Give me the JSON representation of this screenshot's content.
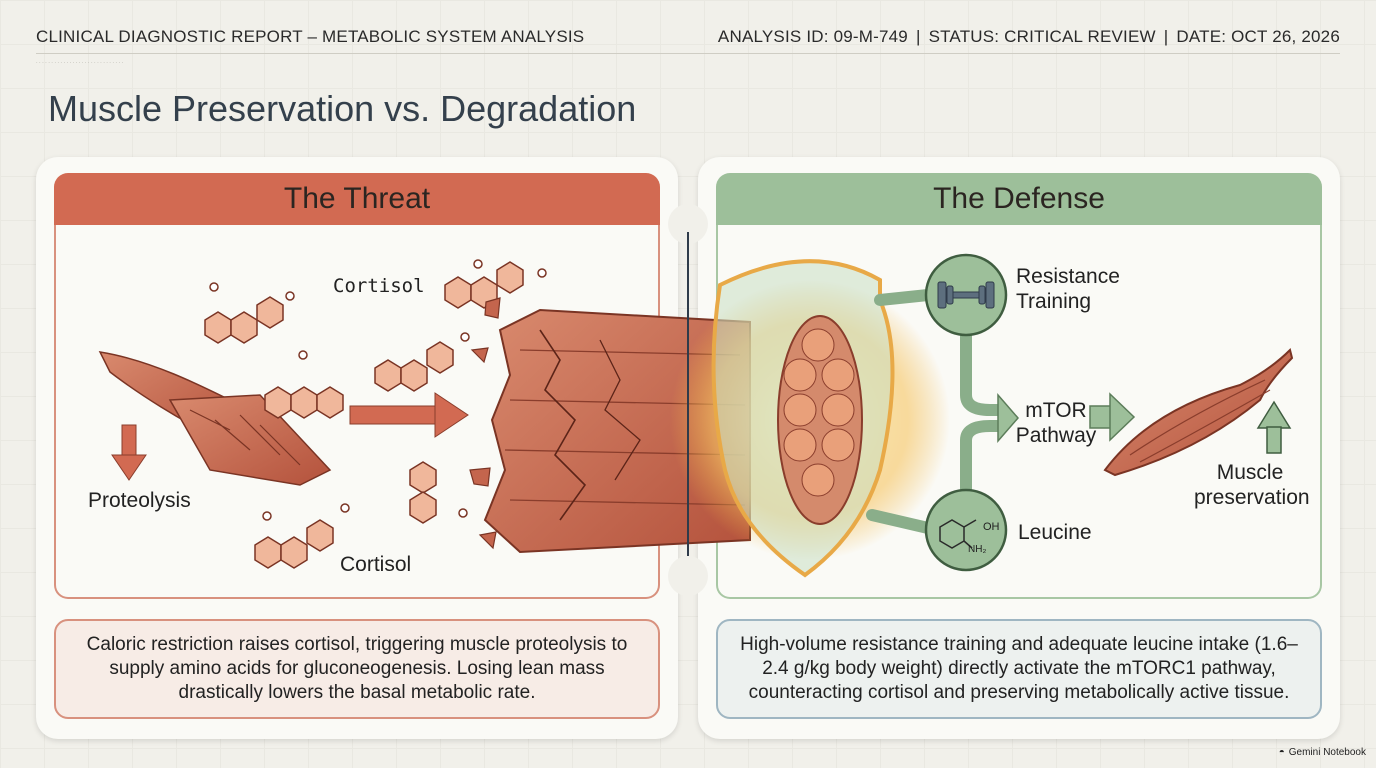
{
  "header": {
    "report_title": "CLINICAL DIAGNOSTIC REPORT – METABOLIC SYSTEM ANALYSIS",
    "analysis_id": "ANALYSIS ID: 09-M-749",
    "sep1": "|",
    "status": "STATUS: CRITICAL REVIEW",
    "sep2": "|",
    "date": "DATE: OCT 26, 2026"
  },
  "page_title": "Muscle Preservation vs. Degradation",
  "threat": {
    "heading": "The Threat",
    "labels": {
      "cortisol_top": "Cortisol",
      "cortisol_bottom": "Cortisol",
      "proteolysis": "Proteolysis"
    },
    "summary": "Caloric restriction raises cortisol, triggering muscle proteolysis to supply amino acids for gluconeogenesis. Losing lean mass drastically lowers the basal metabolic rate."
  },
  "defense": {
    "heading": "The Defense",
    "labels": {
      "resistance_training": "Resistance Training",
      "mtor_pathway": "mTOR Pathway",
      "leucine": "Leucine",
      "muscle_preservation": "Muscle preservation",
      "leucine_oh": "OH",
      "leucine_nh2": "NH₂"
    },
    "summary": "High-volume resistance training and adequate leucine intake (1.6–2.4 g/kg body weight) directly activate the mTORC1 pathway, counteracting cortisol and preserving metabolically active tissue."
  },
  "brand": "Gemini Notebook",
  "icons": [
    "dumbbell-icon",
    "leucine-molecule-icon",
    "shield-icon",
    "down-arrow-icon",
    "up-arrow-icon",
    "right-arrow-icon",
    "cortisol-molecule-icon",
    "muscle-icon"
  ],
  "colors": {
    "threat_band": "#d26a52",
    "defense_band": "#9dbf9a",
    "muscle": "#c8684f",
    "shield_glow": "#f2b646"
  }
}
